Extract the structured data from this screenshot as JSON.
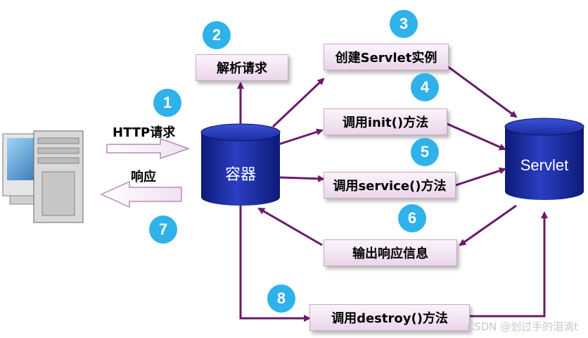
{
  "nodes": {
    "container": "容器",
    "servlet": "Servlet"
  },
  "steps": {
    "parse_request": "解析请求",
    "create_servlet": "创建Servlet实例",
    "call_init": "调用init()方法",
    "call_service": "调用service()方法",
    "output_response": "输出响应信息",
    "call_destroy": "调用destroy()方法"
  },
  "labels": {
    "http_request": "HTTP请求",
    "response": "响应"
  },
  "badges": [
    "1",
    "2",
    "3",
    "4",
    "5",
    "6",
    "7",
    "8"
  ],
  "watermark": "CSDN @划过手的泪滴t",
  "colors": {
    "badge": "#2fb2ea",
    "flow_arrow": "#6a1b6a",
    "box_fill": "#f3e6f3",
    "cylinder": "#1a2a9a"
  },
  "icons": [
    "computer-icon"
  ]
}
